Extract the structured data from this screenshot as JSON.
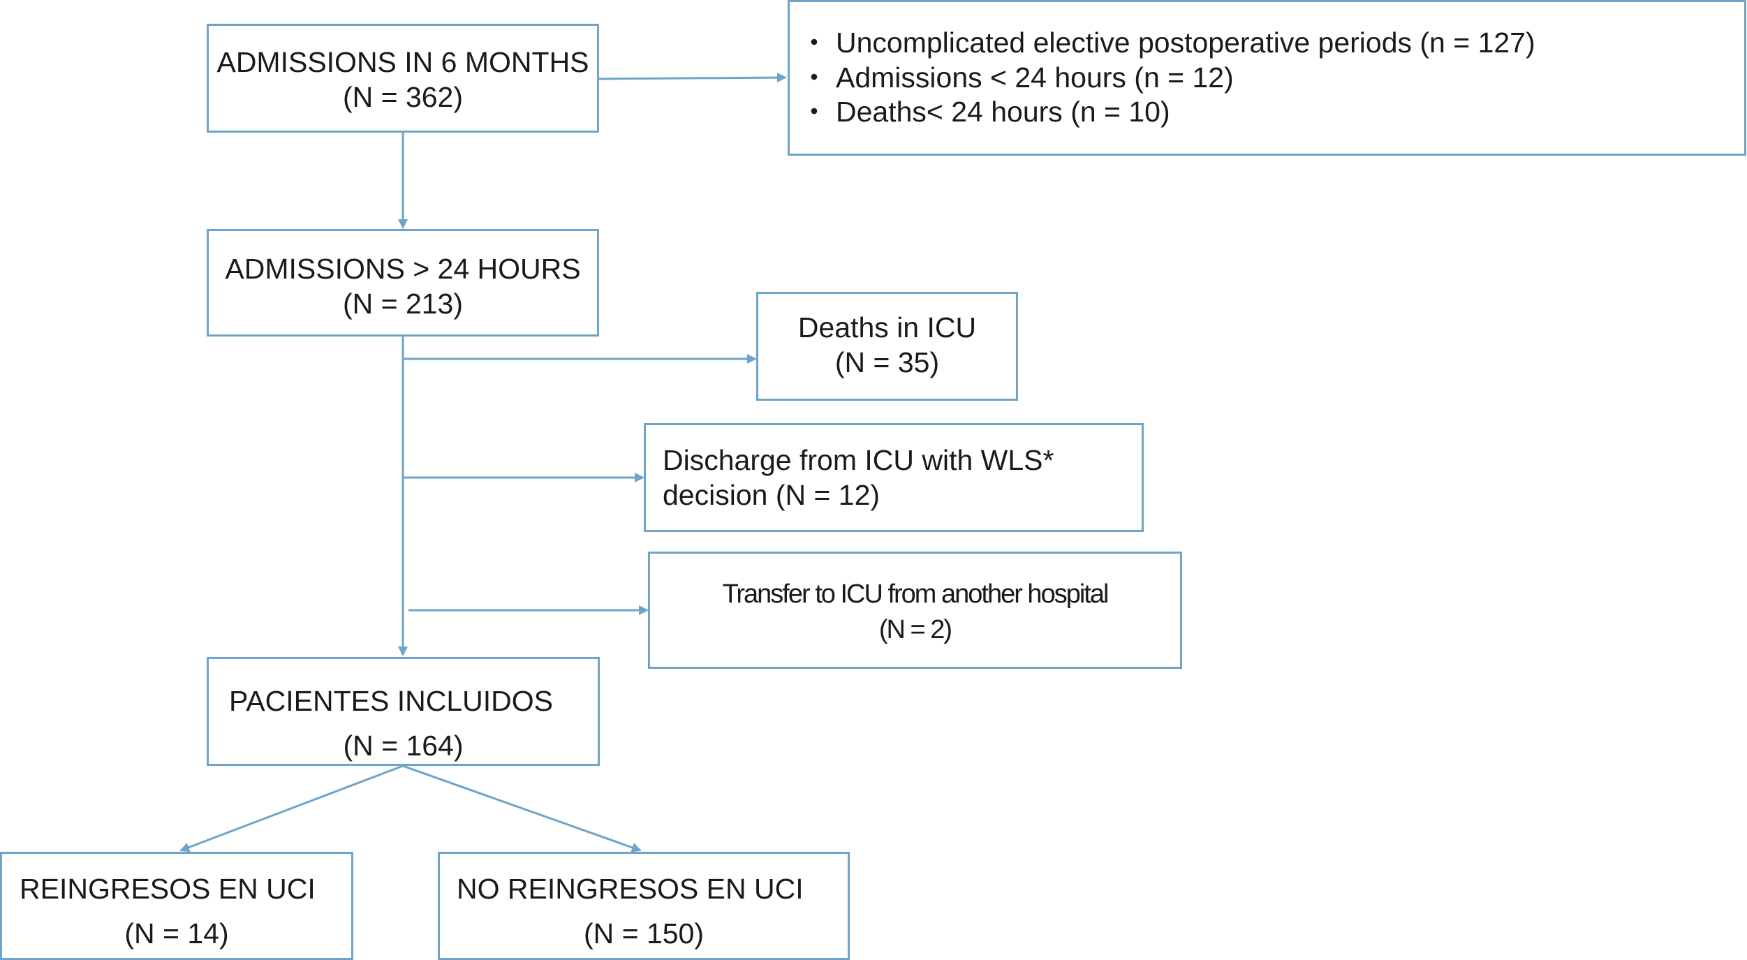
{
  "diagram": {
    "admissions_total": {
      "title": "ADMISSIONS IN 6 MONTHS",
      "count": "(N = 362)"
    },
    "excluded_initial": {
      "items": [
        "Uncomplicated elective postoperative periods (n = 127)",
        "Admissions < 24 hours (n = 12)",
        "Deaths< 24 hours (n = 10)"
      ]
    },
    "admissions_24h": {
      "title": "ADMISSIONS > 24 HOURS",
      "count": "(N = 213)"
    },
    "deaths_icu": {
      "title": "Deaths in ICU",
      "count": "(N = 35)"
    },
    "discharge_wls": {
      "line1": "Discharge from ICU with WLS*",
      "line2": "decision (N = 12)"
    },
    "transfer": {
      "title": "Transfer to ICU from another hospital",
      "count": "(N = 2)"
    },
    "included": {
      "title": "PACIENTES INCLUIDOS",
      "count": "(N = 164)"
    },
    "readmissions": {
      "title": "REINGRESOS EN UCI",
      "count": "(N = 14)"
    },
    "no_readmissions": {
      "title": "NO REINGRESOS EN UCI",
      "count": "(N = 150)"
    }
  },
  "colors": {
    "connector": "#6fa3c8",
    "box_border": "#6fa3c8",
    "text": "#1a1a1a"
  }
}
